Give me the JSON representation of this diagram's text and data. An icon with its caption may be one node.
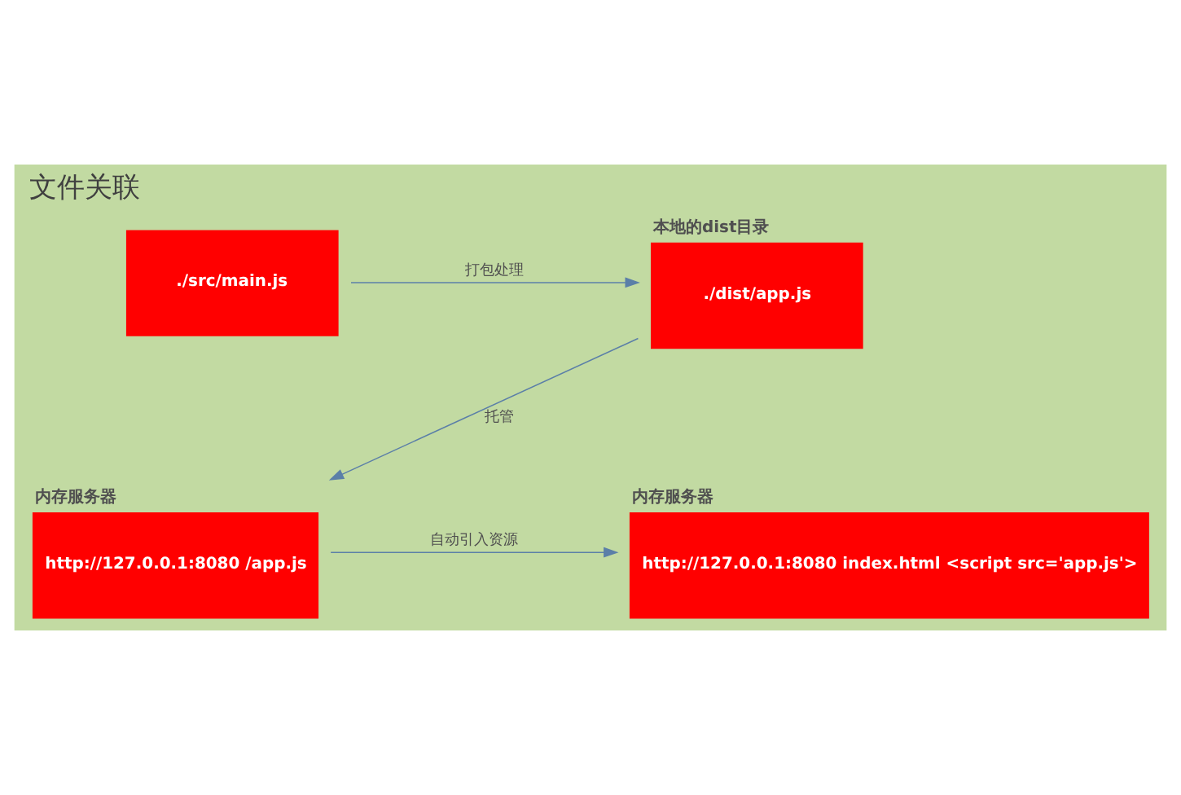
{
  "diagram": {
    "title": "文件关联",
    "nodes": [
      {
        "text": [
          "./src/main.js"
        ]
      },
      {
        "text": [
          "本地的dist目录",
          "./dist/app.js"
        ]
      },
      {
        "text": [
          "内存服务器",
          "http://127.0.0.1:8080 index.html <script src='app.js'>"
        ]
      },
      {
        "text": [
          "内存服务器",
          "http://127.0.0.1:8080 /app.js"
        ]
      }
    ],
    "edges": [
      {
        "from": 0,
        "to": 1,
        "arrow": "to",
        "label": "打包处理"
      },
      {
        "from": 1,
        "to": 3,
        "arrow": "to",
        "label": "托管"
      },
      {
        "from": 3,
        "to": 2,
        "arrow": "to",
        "label": "自动引入资源"
      }
    ]
  }
}
